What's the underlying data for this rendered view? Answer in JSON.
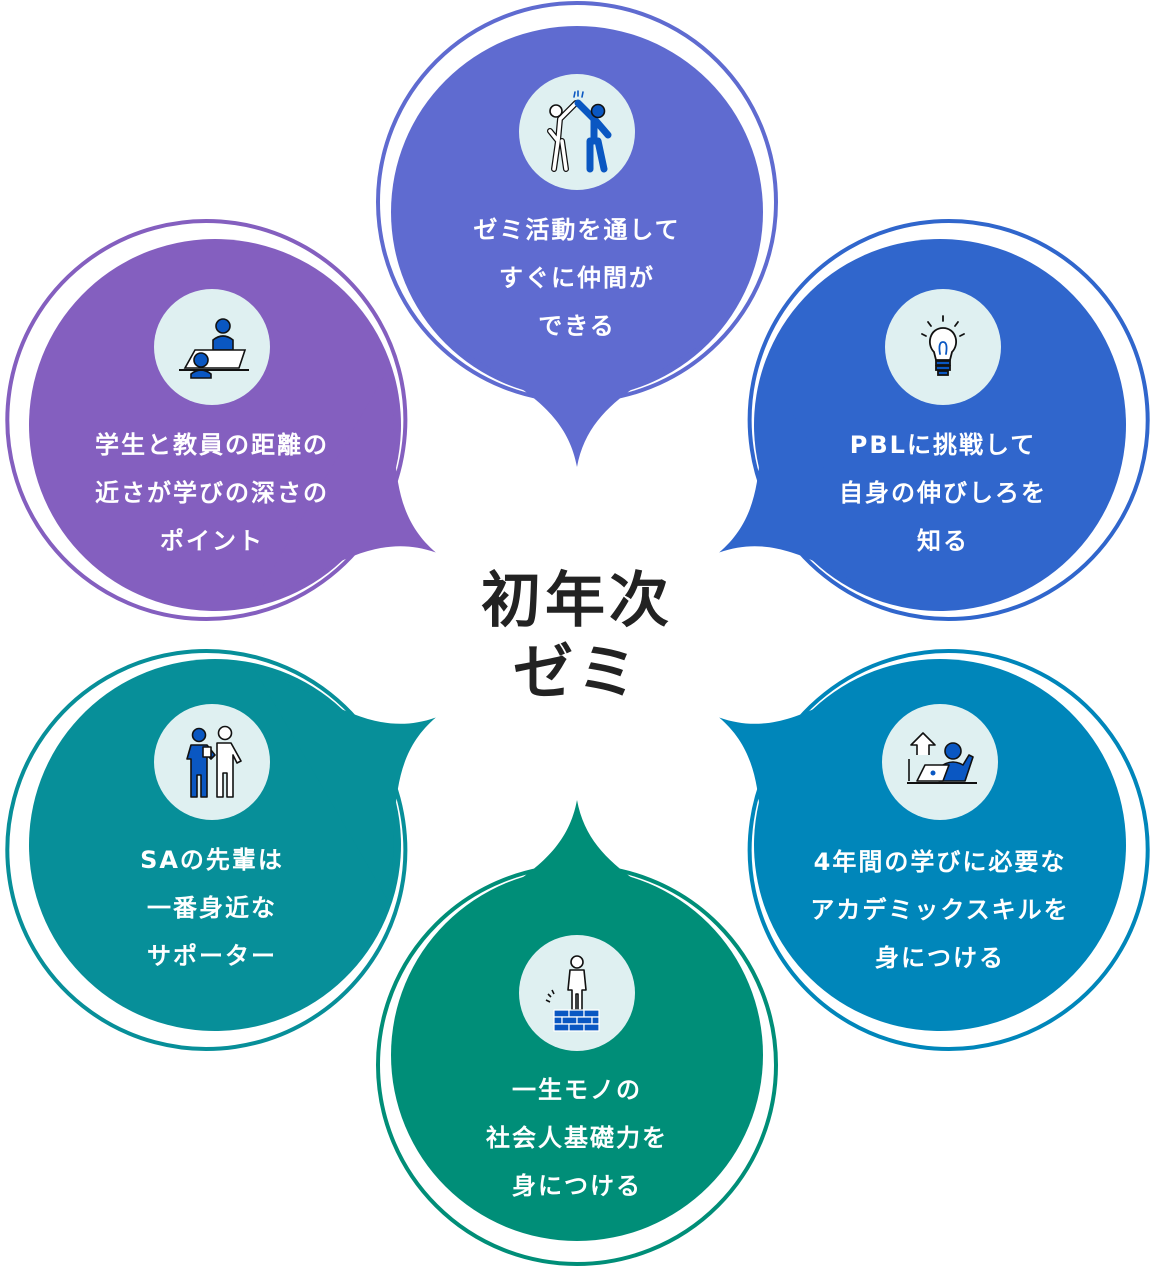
{
  "center_title": {
    "line1": "初年次",
    "line2": "ゼミ"
  },
  "bubbles": [
    {
      "id": "top",
      "color": "#5f6bd0",
      "icon": "high-five-icon",
      "lines": [
        "ゼミ活動を通して",
        "すぐに仲間が",
        "できる"
      ]
    },
    {
      "id": "left-top",
      "color": "#845fbf",
      "icon": "teacher-student-desk-icon",
      "lines": [
        "学生と教員の距離の",
        "近さが学びの深さの",
        "ポイント"
      ]
    },
    {
      "id": "right-top",
      "color": "#3066cc",
      "icon": "light-bulb-icon",
      "lines": [
        "PBLに挑戦して",
        "自身の伸びしろを",
        "知る"
      ]
    },
    {
      "id": "left-bottom",
      "color": "#078f99",
      "icon": "mentor-pair-icon",
      "lines": [
        "SAの先輩は",
        "一番身近な",
        "サポーター"
      ]
    },
    {
      "id": "right-bottom",
      "color": "#0086ba",
      "icon": "laptop-growth-icon",
      "lines": [
        "4年間の学びに必要な",
        "アカデミックスキルを",
        "身につける"
      ]
    },
    {
      "id": "bottom",
      "color": "#008e78",
      "icon": "person-on-wall-icon",
      "lines": [
        "一生モノの",
        "社会人基礎力を",
        "身につける"
      ]
    }
  ],
  "icon_colors": {
    "blue": "#0a57c2",
    "circle": "#dff0f1"
  }
}
